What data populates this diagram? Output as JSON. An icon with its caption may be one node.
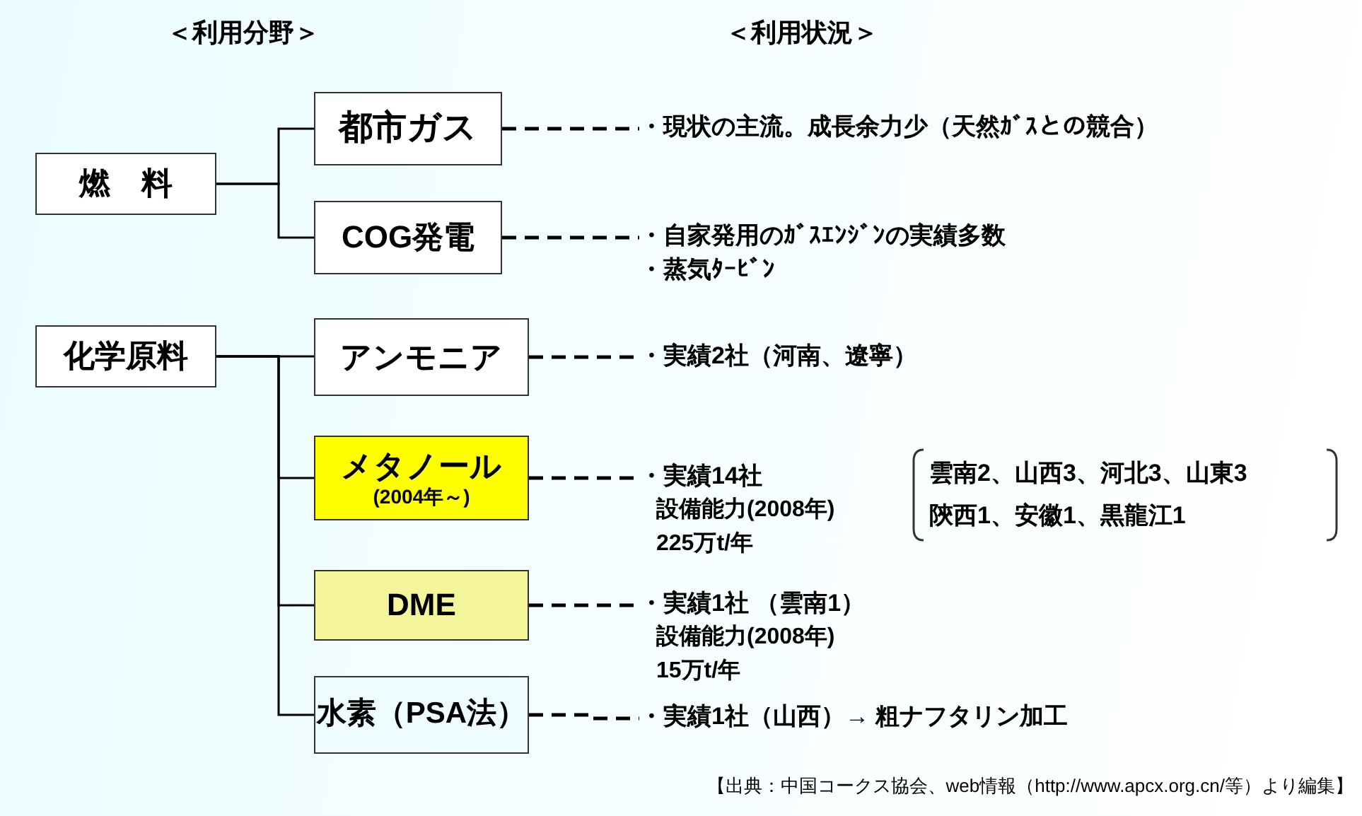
{
  "diagram": {
    "caption": "【出典：中国コークス協会、web情報（http://www.apcx.org.cn/等）より編集】",
    "nodes": [
      {
        "text": [
          "燃　料"
        ]
      },
      {
        "text": [
          "都市ガス"
        ]
      },
      {
        "text": [
          "COG発電"
        ]
      },
      {
        "text": [
          "化学原料"
        ]
      },
      {
        "text": [
          "アンモニア"
        ]
      },
      {
        "text": [
          "メタノール",
          "(2004年～)"
        ]
      },
      {
        "text": [
          "DME"
        ]
      },
      {
        "text": [
          "水素（PSA法）"
        ]
      },
      {
        "text": [
          "・現状の主流。成長余力少（天然ｶﾞｽとの競合）"
        ]
      },
      {
        "text": [
          "・自家発用のｶﾞｽｴﾝｼﾞﾝの実績多数",
          "・蒸気ﾀｰﾋﾞﾝ"
        ]
      },
      {
        "text": [
          "・実績2社（河南、遼寧）"
        ]
      },
      {
        "text": [
          "・実績14社",
          "設備能力(2008年)",
          "225万t/年"
        ]
      },
      {
        "text": [
          "雲南2、山西3、河北3、山東3",
          "陝西1、安徽1、黒龍江1"
        ]
      },
      {
        "text": [
          "・実績1社 （雲南1）",
          "設備能力(2008年)",
          "15万t/年"
        ]
      },
      {
        "text": [
          "・実績1社（山西）→ 粗ナフタリン加工"
        ]
      }
    ],
    "edges": [
      {
        "from": 0,
        "to": 1,
        "arrow": "none"
      },
      {
        "from": 0,
        "to": 2,
        "arrow": "none"
      },
      {
        "from": 3,
        "to": 4,
        "arrow": "none"
      },
      {
        "from": 3,
        "to": 5,
        "arrow": "none"
      },
      {
        "from": 3,
        "to": 6,
        "arrow": "none"
      },
      {
        "from": 3,
        "to": 7,
        "arrow": "none"
      },
      {
        "from": 1,
        "to": 8,
        "arrow": "none",
        "style": "dashed"
      },
      {
        "from": 2,
        "to": 9,
        "arrow": "none",
        "style": "dashed"
      },
      {
        "from": 4,
        "to": 10,
        "arrow": "none",
        "style": "dashed"
      },
      {
        "from": 5,
        "to": 11,
        "arrow": "none",
        "style": "dashed"
      },
      {
        "from": 6,
        "to": 13,
        "arrow": "none",
        "style": "dashed"
      },
      {
        "from": 7,
        "to": 14,
        "arrow": "none",
        "style": "dashed"
      }
    ],
    "labels": [
      "＜利用分野＞",
      "＜利用状況＞"
    ]
  }
}
